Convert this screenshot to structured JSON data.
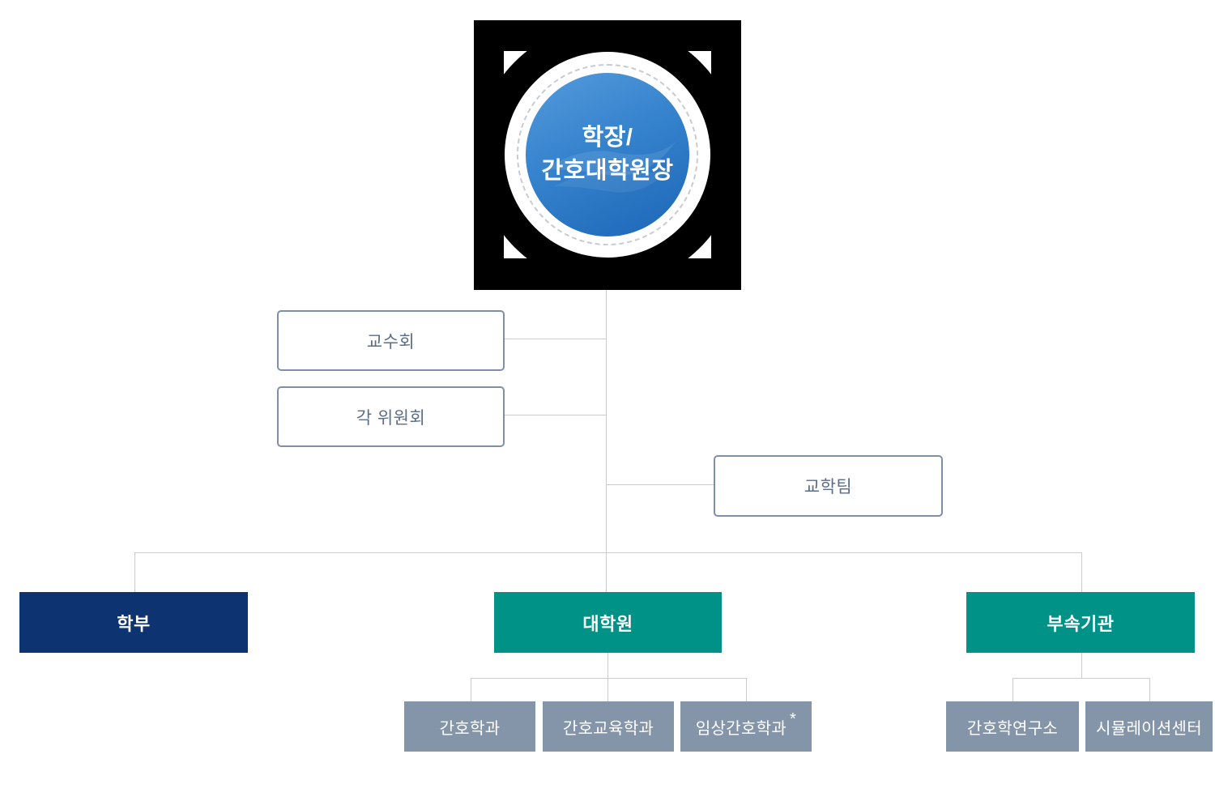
{
  "top_node": {
    "label_line1": "학장/",
    "label_line2": "간호대학원장"
  },
  "side_boxes": {
    "faculty_council": {
      "label": "교수회"
    },
    "committees": {
      "label": "각 위원회"
    },
    "academic_team": {
      "label": "교학팀"
    }
  },
  "tier1": {
    "undergraduate": {
      "label": "학부"
    },
    "graduate_school": {
      "label": "대학원"
    },
    "affiliated": {
      "label": "부속기관"
    }
  },
  "graduate_departments": [
    {
      "label": "간호학과",
      "mark": ""
    },
    {
      "label": "간호교육학과",
      "mark": ""
    },
    {
      "label": "임상간호학과",
      "mark": "*"
    }
  ],
  "affiliated_institutes": [
    {
      "label": "간호학연구소"
    },
    {
      "label": "시뮬레이션센터"
    }
  ],
  "colors": {
    "navy": "#0d3371",
    "teal": "#009287",
    "gray_box": "#8495aa",
    "outline_border": "#7e90a9",
    "outline_text": "#5a6d89",
    "connector": "#c9cbce",
    "circle_blue_top": "#559bdc",
    "circle_blue_bottom": "#1d67b6"
  }
}
